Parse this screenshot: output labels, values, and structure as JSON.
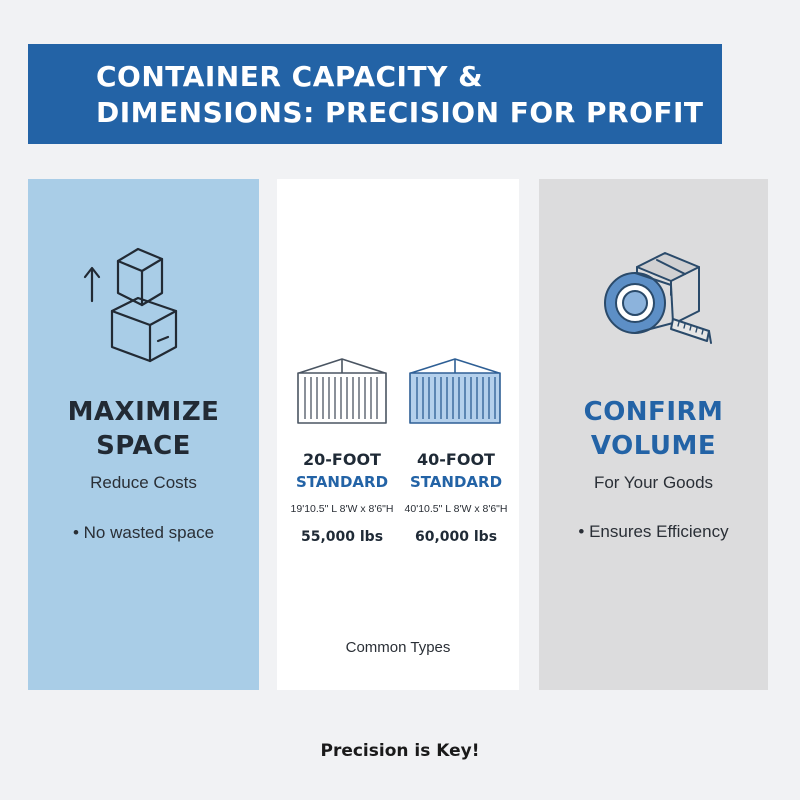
{
  "header": {
    "title_line1": "CONTAINER CAPACITY &",
    "title_line2": "DIMENSIONS: PRECISION FOR PROFIT"
  },
  "colors": {
    "brand_blue": "#2363a6",
    "left_panel": "#a9cde7",
    "right_panel": "#dcdcdd"
  },
  "left_panel": {
    "icon": "stacked-boxes-arrow-icon",
    "title_line1": "MAXIMIZE",
    "title_line2": "SPACE",
    "subtitle": "Reduce Costs",
    "bullet": "• No wasted space"
  },
  "middle_panel": {
    "containers": [
      {
        "icon": "shipping-container-icon",
        "name": "20-FOOT",
        "type": "STANDARD",
        "dimensions": "19'10.5\" L 8'W x 8'6\"H",
        "weight": "55,000 lbs"
      },
      {
        "icon": "shipping-container-icon",
        "name": "40-FOOT",
        "type": "STANDARD",
        "dimensions": "40'10.5\" L 8'W x 8'6\"H",
        "weight": "60,000 lbs"
      }
    ],
    "caption": "Common Types"
  },
  "right_panel": {
    "icon": "tape-measure-box-icon",
    "title_line1": "CONFIRM",
    "title_line2": "VOLUME",
    "subtitle": "For Your Goods",
    "bullet": "• Ensures Efficiency"
  },
  "footer": {
    "text": "Precision is Key!"
  }
}
